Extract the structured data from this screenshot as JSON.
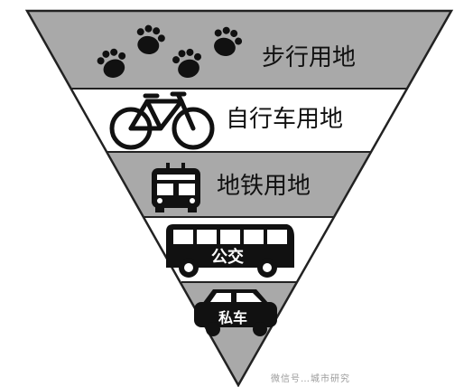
{
  "diagram": {
    "tiers": [
      {
        "label": "步行用地",
        "icon": "footprints-icon"
      },
      {
        "label": "自行车用地",
        "icon": "bicycle-icon"
      },
      {
        "label": "地铁用地",
        "icon": "tram-icon"
      },
      {
        "label": "公交",
        "icon": "bus-icon"
      },
      {
        "label": "私车",
        "icon": "car-icon"
      }
    ],
    "colors": {
      "band_dark": "#a9a9a9",
      "band_light": "#ffffff",
      "outline": "#222222",
      "icon": "#111111"
    },
    "watermark_text": "微信号…城市研究"
  }
}
